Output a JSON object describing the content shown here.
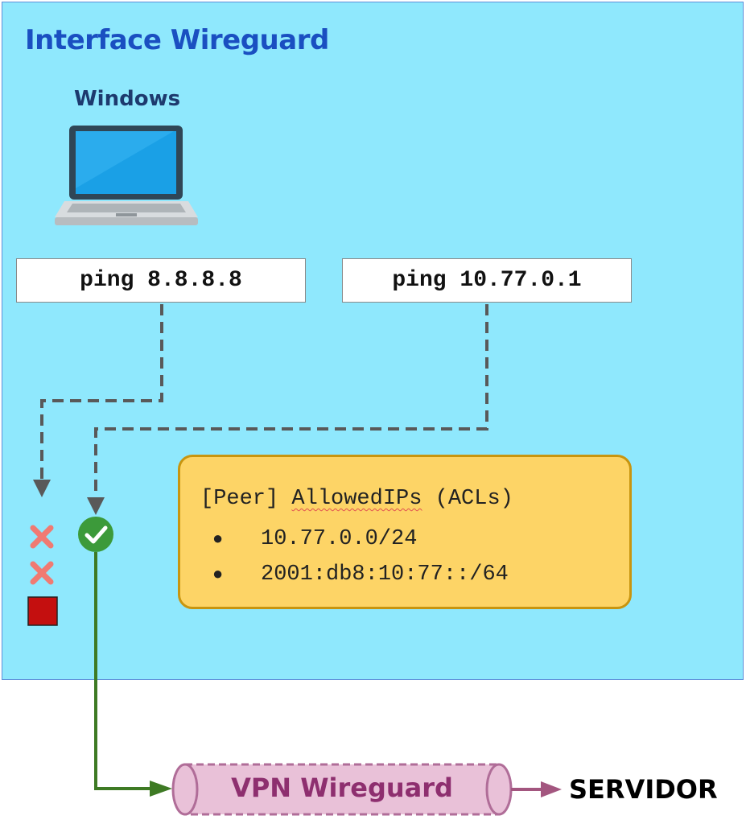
{
  "title": "Interface Wireguard",
  "client": {
    "label": "Windows",
    "icon": "laptop-icon"
  },
  "commands": [
    {
      "label": "ping 8.8.8.8",
      "result": "blocked",
      "result_icon": "x-mark-icon"
    },
    {
      "label": "ping 10.77.0.1",
      "result": "allowed",
      "result_icon": "check-circle-icon"
    }
  ],
  "acl": {
    "section": "[Peer]",
    "key": "AllowedIPs",
    "note": "(ACLs)",
    "entries": [
      "10.77.0.0/24",
      "2001:db8:10:77::/64"
    ]
  },
  "tunnel": {
    "label": "VPN Wireguard"
  },
  "destination": {
    "label": "SERVIDOR"
  },
  "colors": {
    "panel_background": "#8fe8fd",
    "title": "#1a4fc1",
    "acl_background": "#fdd466",
    "allowed_path": "#3e7a24",
    "blocked_marker": "#c40f0f",
    "tunnel_fill": "#e9c1d8",
    "tunnel_text": "#8e2f6f"
  }
}
